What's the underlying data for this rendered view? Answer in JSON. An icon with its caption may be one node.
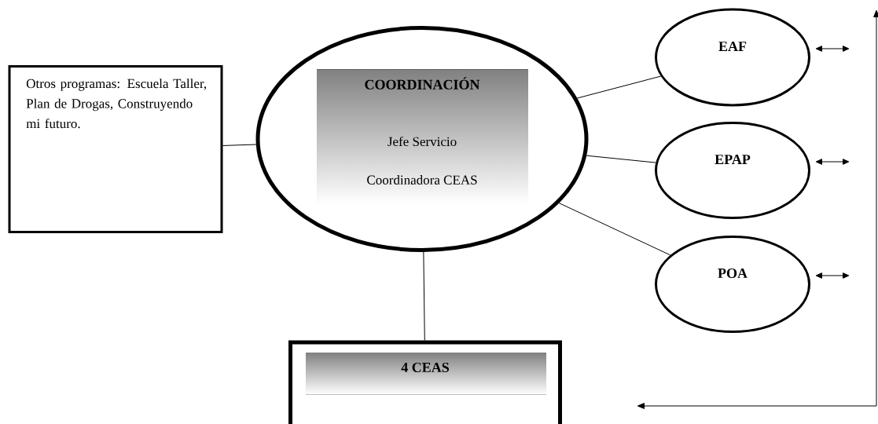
{
  "diagram": {
    "nodes": [
      {
        "text": [
          "Otros programas: Escuela Taller, Plan de Drogas, Construyendo mi futuro."
        ]
      },
      {
        "text": [
          "COORDINACIÓN",
          "Jefe Servicio",
          "Coordinadora CEAS"
        ]
      },
      {
        "text": [
          "EAF"
        ]
      },
      {
        "text": [
          "EPAP"
        ]
      },
      {
        "text": [
          "POA"
        ]
      },
      {
        "text": [
          "4 CEAS"
        ]
      }
    ],
    "edges": [
      {
        "from": 0,
        "to": 1,
        "arrow": "none"
      },
      {
        "from": 1,
        "to": 2,
        "arrow": "none"
      },
      {
        "from": 1,
        "to": 3,
        "arrow": "none"
      },
      {
        "from": 1,
        "to": 4,
        "arrow": "none"
      },
      {
        "from": 1,
        "to": 5,
        "arrow": "none"
      },
      {
        "from": 2,
        "to": null,
        "arrow": "both"
      },
      {
        "from": 3,
        "to": null,
        "arrow": "both"
      },
      {
        "from": 4,
        "to": null,
        "arrow": "both"
      }
    ]
  }
}
